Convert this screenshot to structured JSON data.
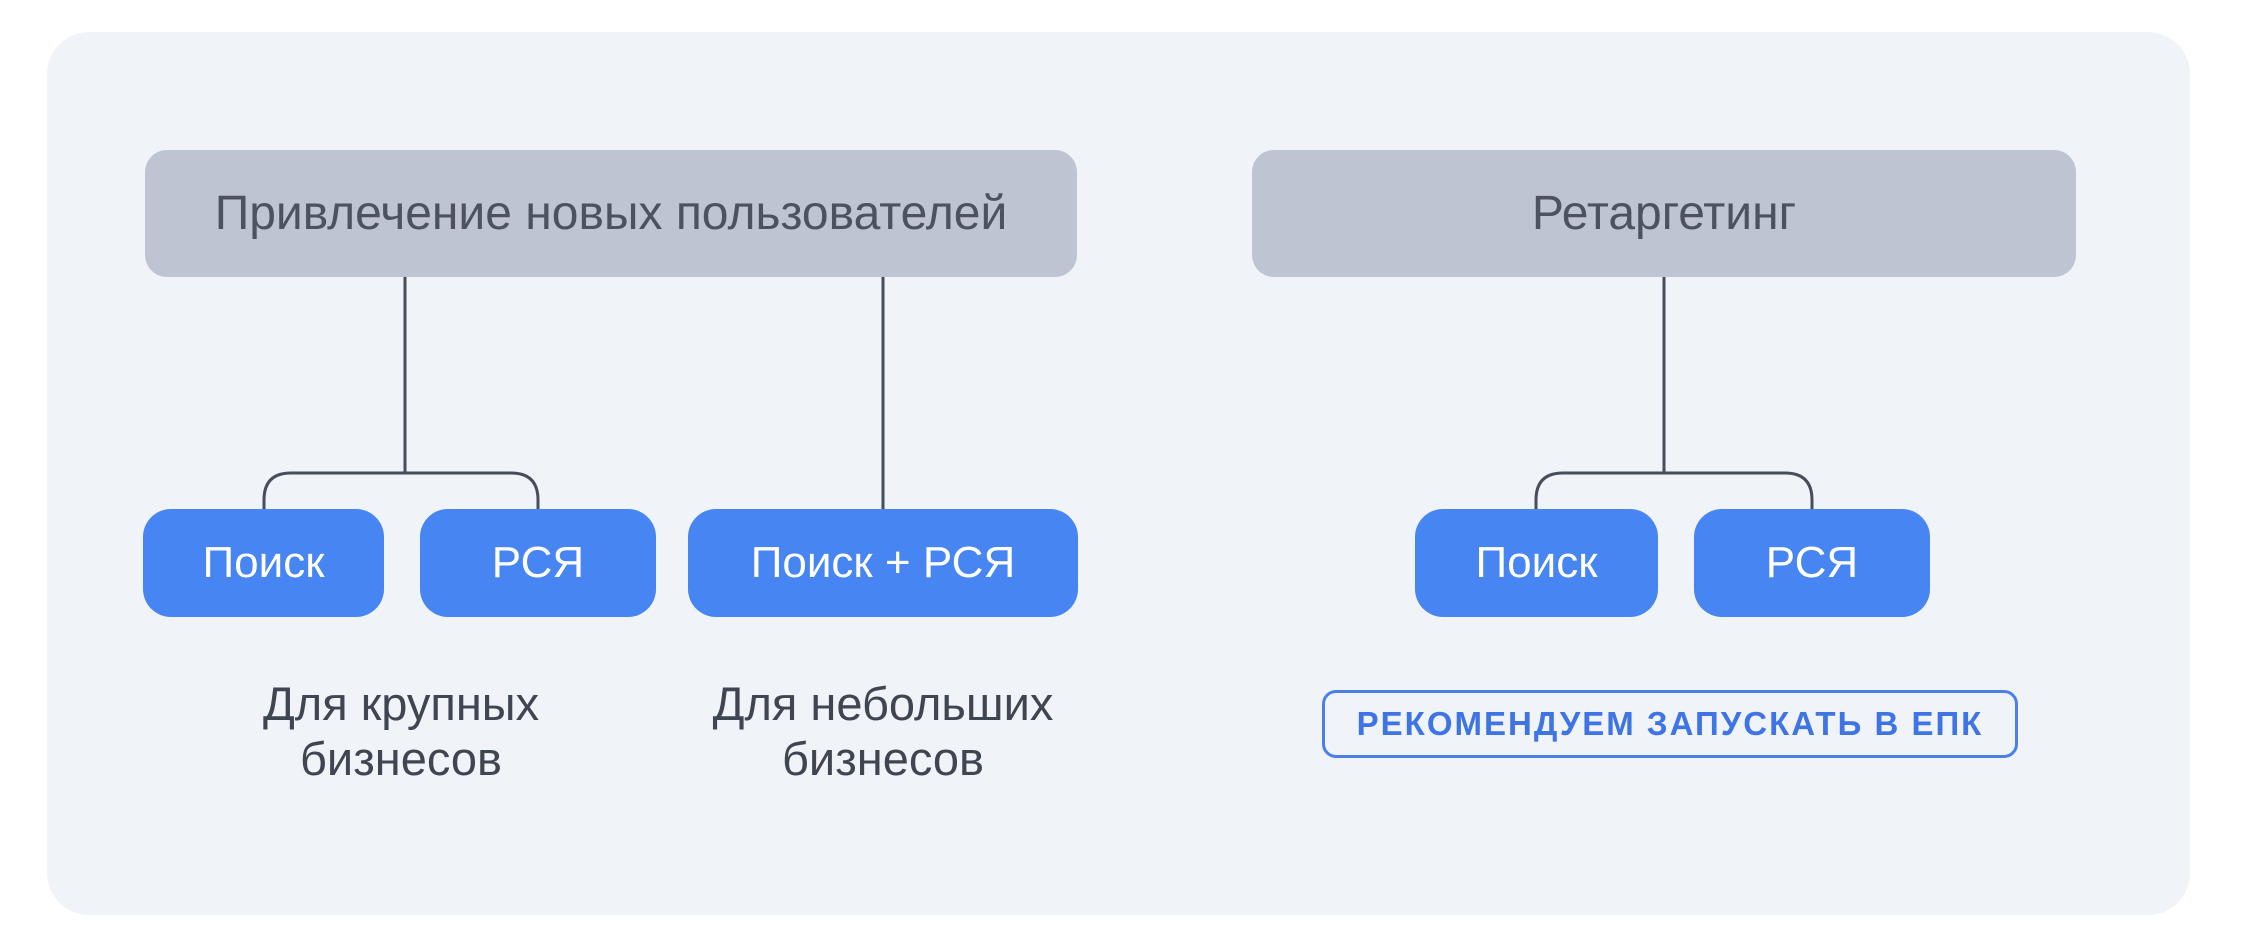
{
  "diagram": {
    "colors": {
      "page_bg": "#FFFFFF",
      "panel_bg": "#F0F3F8",
      "header_box_bg": "#BFC4D2",
      "header_text": "#4C5260",
      "channel_box_bg": "#4685F2",
      "channel_text": "#FFFFFF",
      "note_text": "#3F4551",
      "connector_line": "#474D5B",
      "badge_accent": "#4A80E8"
    },
    "groups": [
      {
        "header": "Привлечение новых пользователей",
        "children": [
          {
            "label": "Поиск"
          },
          {
            "label": "РСЯ"
          },
          {
            "label": "Поиск + РСЯ"
          }
        ],
        "notes": [
          {
            "text": "Для крупных\nбизнесов"
          },
          {
            "text": "Для небольших\nбизнесов"
          }
        ]
      },
      {
        "header": "Ретаргетинг",
        "children": [
          {
            "label": "Поиск"
          },
          {
            "label": "РСЯ"
          }
        ],
        "badge": "РЕКОМЕНДУЕМ ЗАПУСКАТЬ В ЕПК"
      }
    ]
  }
}
